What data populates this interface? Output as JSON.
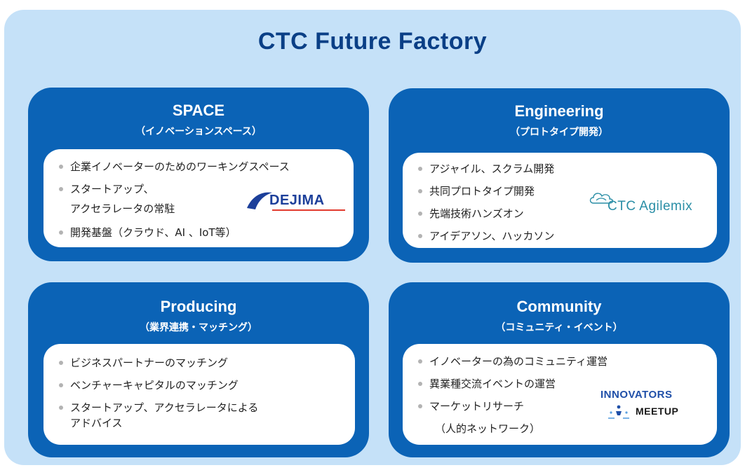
{
  "title": "CTC Future Factory",
  "panels": [
    {
      "title": "SPACE",
      "subtitle": "（イノベーションスペース）",
      "bullets": [
        "企業イノベーターのためのワーキングスペース",
        "スタートアップ、",
        "開発基盤（クラウド、AI 、IoT等）"
      ],
      "bullet_continuation": "アクセラレータの常駐",
      "logo": {
        "name": "dejima-logo",
        "text": "DEJIMA",
        "brand_color": "#1c3f9a",
        "accent_color": "#e23b2e"
      }
    },
    {
      "title": "Engineering",
      "subtitle": "（プロトタイプ開発）",
      "bullets": [
        "アジャイル、スクラム開発",
        "共同プロトタイプ開発",
        "先端技術ハンズオン",
        "アイデアソン、ハッカソン"
      ],
      "logo": {
        "name": "ctc-agilemix-logo",
        "text": "CTC Agilemix",
        "brand_color": "#2a8ea6"
      }
    },
    {
      "title": "Producing",
      "subtitle": "（業界連携・マッチング）",
      "bullets": [
        "ビジネスパートナーのマッチング",
        "ベンチャーキャピタルのマッチング",
        "スタートアップ、アクセラレータによる"
      ],
      "bullet_continuation": "アドバイス"
    },
    {
      "title": "Community",
      "subtitle": "（コミュニティ・イベント）",
      "bullets": [
        "イノベーターの為のコミュニティ運営",
        "異業種交流イベントの運営",
        "マーケットリサーチ"
      ],
      "bullet_continuation": "（人的ネットワーク）",
      "logo": {
        "name": "innovators-meetup-logo",
        "line1": "INNOVATORS",
        "line2": "MEETUP",
        "brand_color": "#1f4fa8"
      }
    }
  ],
  "colors": {
    "background": "#c5e1f8",
    "panel": "#0b63b6",
    "title": "#0a3f86",
    "card": "#ffffff",
    "bullet_dot": "#b3b3b3"
  }
}
